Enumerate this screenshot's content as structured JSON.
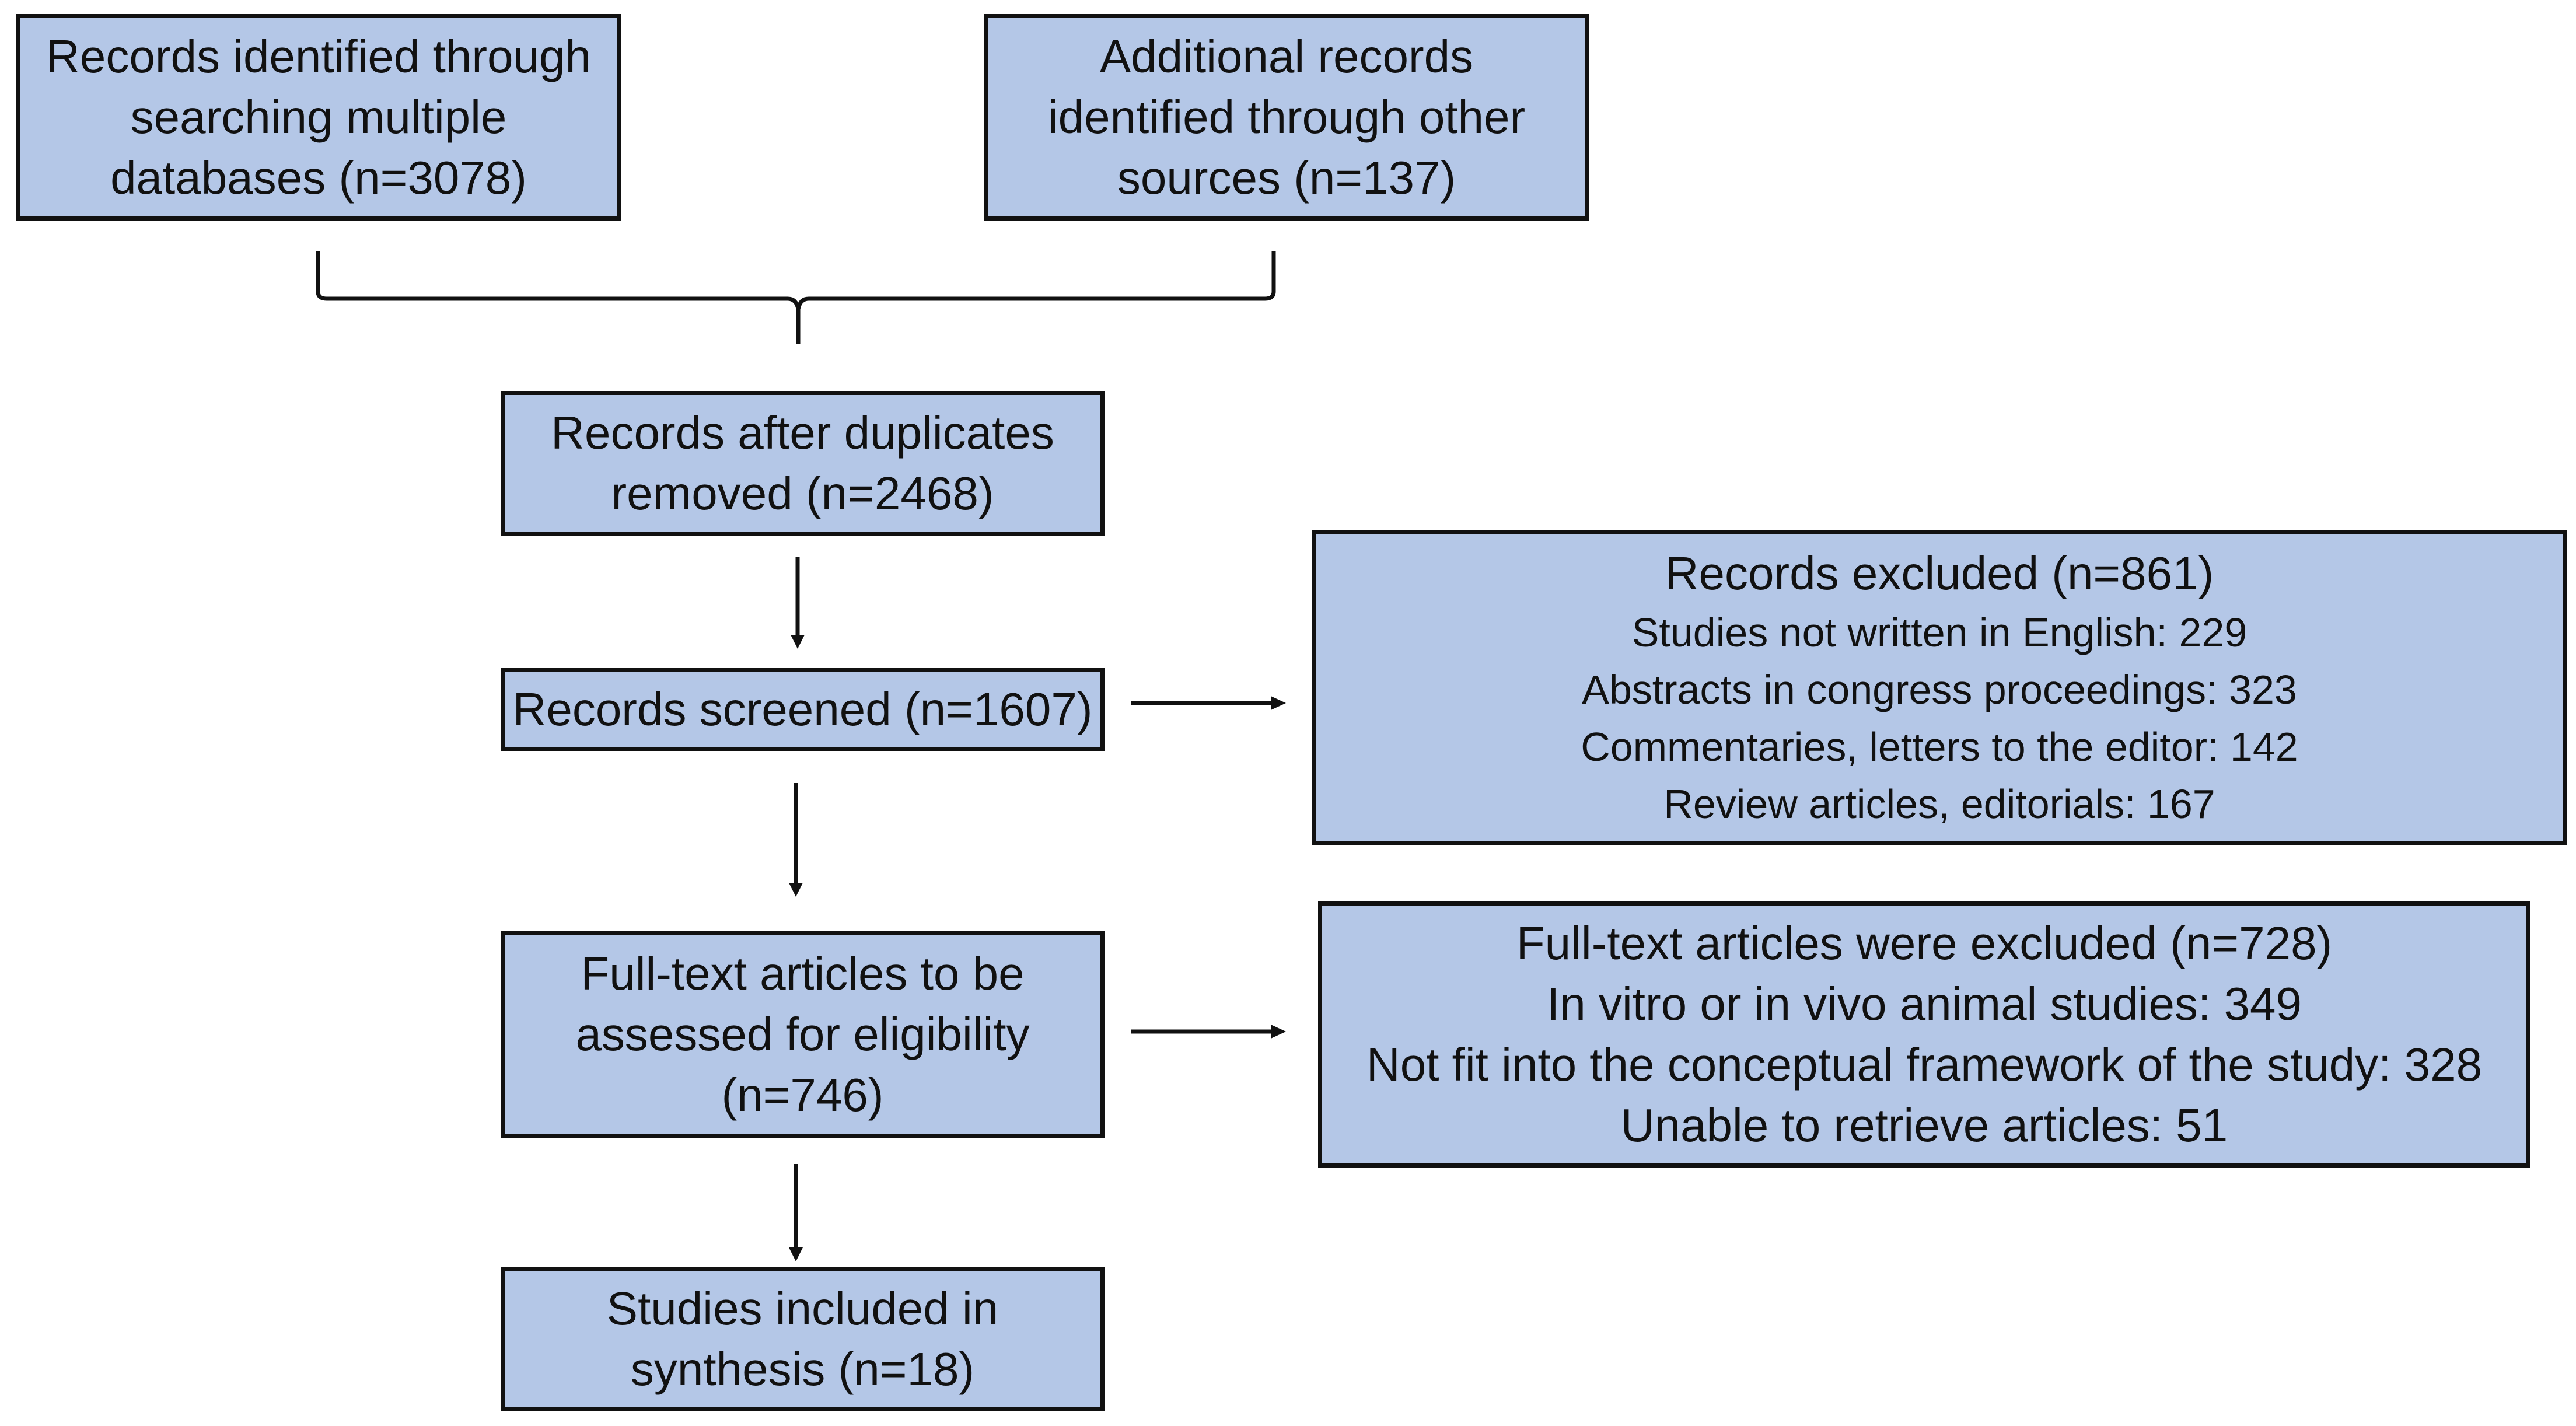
{
  "flowchart": {
    "sources": {
      "databases": [
        "Records identified through",
        "searching multiple",
        "databases (n=3078)"
      ],
      "other": [
        "Additional records",
        "identified through other",
        "sources (n=137)"
      ]
    },
    "steps": {
      "after_duplicates": [
        "Records after duplicates",
        "removed (n=2468)"
      ],
      "screened": [
        "Records screened (n=1607)"
      ],
      "full_text": [
        "Full-text articles to be",
        "assessed for eligibility",
        "(n=746)"
      ],
      "included": [
        "Studies included in",
        "synthesis (n=18)"
      ]
    },
    "exclusions": {
      "records_excluded": {
        "title": "Records excluded (n=861)",
        "items": [
          "Studies not written in English: 229",
          "Abstracts in congress proceedings: 323",
          "Commentaries, letters to the editor: 142",
          "Review articles, editorials: 167"
        ]
      },
      "fulltext_excluded": {
        "title": "Full-text articles were excluded (n=728)",
        "items": [
          "In vitro or in vivo animal studies: 349",
          "Not fit into the conceptual framework of the study: 328",
          "Unable to retrieve articles: 51"
        ]
      }
    },
    "colors": {
      "box_fill": "#b4c7e7",
      "stroke": "#111111"
    }
  }
}
